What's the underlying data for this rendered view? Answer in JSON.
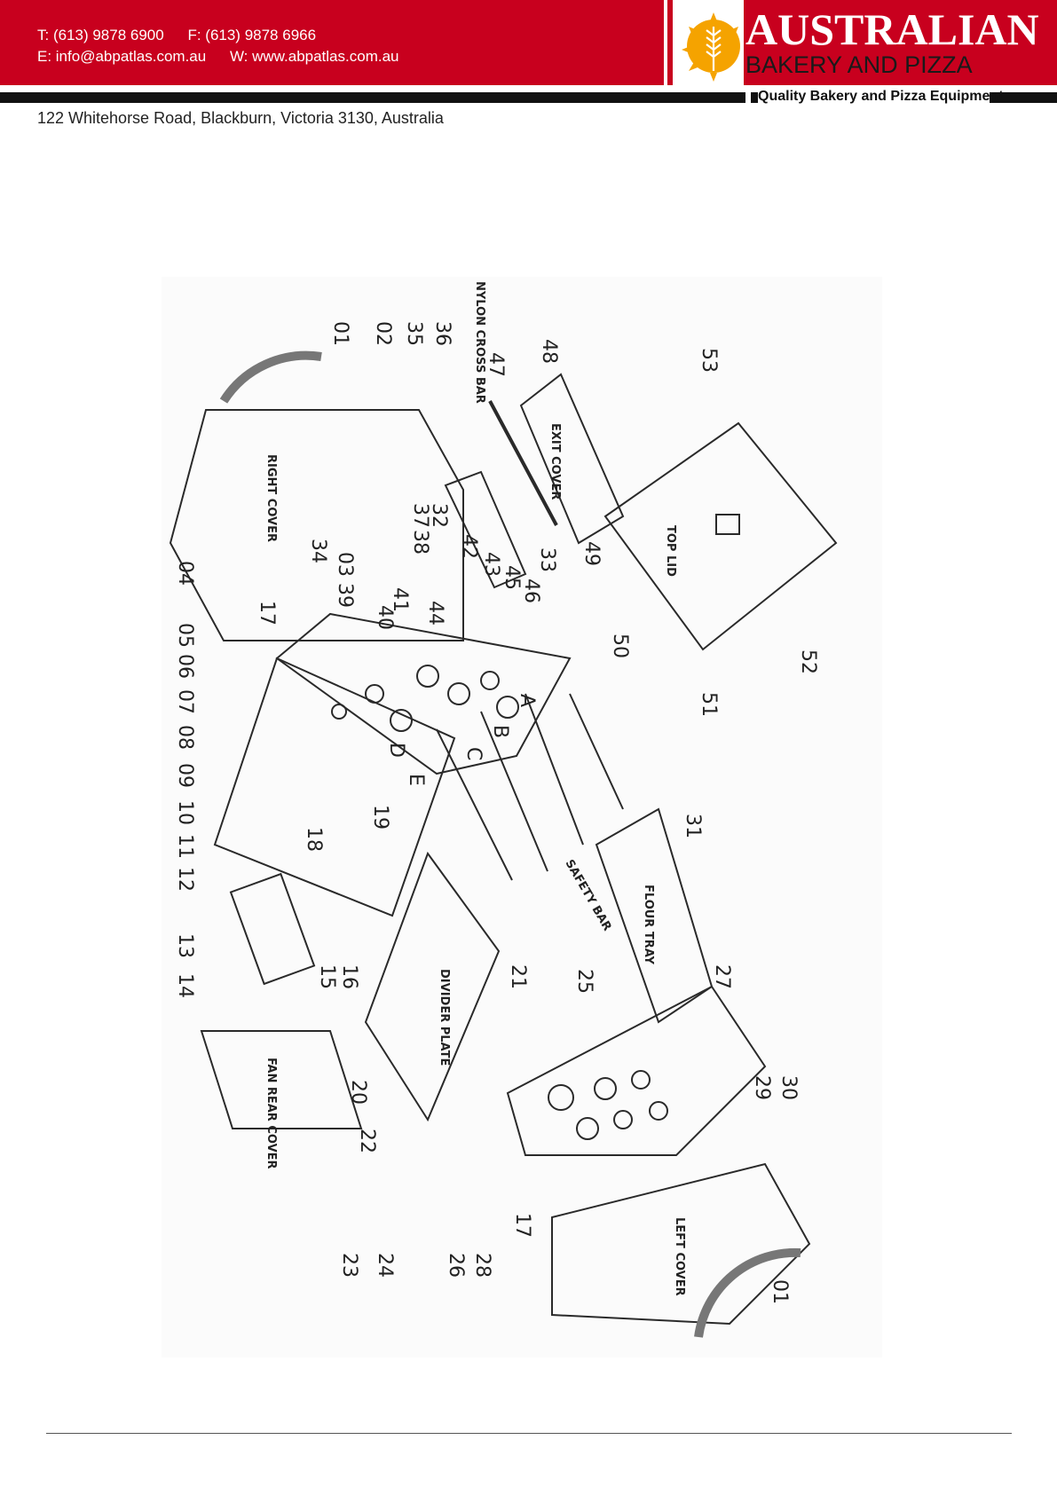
{
  "header": {
    "phone": "T: (613) 9878 6900",
    "fax": "F: (613) 9878 6966",
    "email": "E: info@abpatlas.com.au",
    "web": "W: www.abpatlas.com.au",
    "brand_line_1": "AUSTRALIAN",
    "brand_line_2": "BAKERY AND PIZZA",
    "tagline": "Quality Bakery and Pizza Equipment",
    "address": "122 Whitehorse Road, Blackburn, Victoria  3130, Australia"
  },
  "colors": {
    "brand_red": "#c8001e",
    "logo_orange": "#f5a300",
    "rule_black": "#111111"
  },
  "diagram": {
    "part_labels": {
      "right_cover": "RIGHT COVER",
      "exit_cover": "EXIT COVER",
      "top_lid": "TOP LID",
      "nylon_cross_bar": "NYLON CROSS BAR",
      "flour_tray": "FLOUR TRAY",
      "safety_bar": "SAFETY BAR",
      "divider_plate": "DIVIDER PLATE",
      "fan_rear_cover": "FAN REAR COVER",
      "left_cover": "LEFT COVER"
    },
    "panel_letters": [
      "A",
      "B",
      "C",
      "D",
      "E"
    ],
    "part_numbers": {
      "n01a": "01",
      "n02": "02",
      "n35": "35",
      "n36": "36",
      "n47": "47",
      "n48": "48",
      "n53": "53",
      "n49": "49",
      "n33": "33",
      "n32": "32",
      "n37": "37",
      "n38": "38",
      "n42": "42",
      "n43": "43",
      "n45": "45",
      "n46": "46",
      "n34": "34",
      "n03": "03",
      "n39": "39",
      "n40": "40",
      "n41": "41",
      "n44": "44",
      "n52": "52",
      "n51": "51",
      "n50": "50",
      "n04": "04",
      "n05": "05",
      "n06": "06",
      "n07": "07",
      "n08": "08",
      "n09": "09",
      "n10": "10",
      "n11": "11",
      "n12": "12",
      "n13": "13",
      "n14": "14",
      "n17a": "17",
      "n18": "18",
      "n19": "19",
      "n31": "31",
      "n25": "25",
      "n15": "15",
      "n16": "16",
      "n21": "21",
      "n20": "20",
      "n22": "22",
      "n27": "27",
      "n29": "29",
      "n30": "30",
      "n24": "24",
      "n23": "23",
      "n26": "26",
      "n17b": "17",
      "n28": "28",
      "n01b": "01"
    }
  }
}
